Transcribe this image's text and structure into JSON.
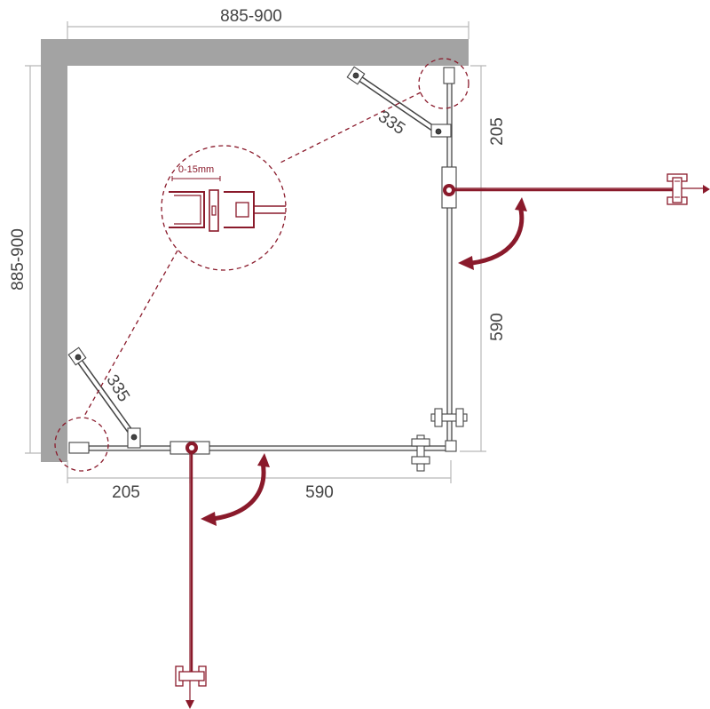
{
  "dimensions": {
    "top_width": "885-900",
    "left_height": "885-900",
    "bottom_fixed": "205",
    "bottom_door": "590",
    "right_fixed": "205",
    "right_door": "590",
    "brace_top": "335",
    "brace_left": "335"
  },
  "detail": {
    "gap_label": "0-15mm"
  },
  "colors": {
    "wall": "#a3a3a3",
    "door": "#8a1a2b",
    "dimension": "#b8b8b8",
    "glass": "#555555"
  }
}
